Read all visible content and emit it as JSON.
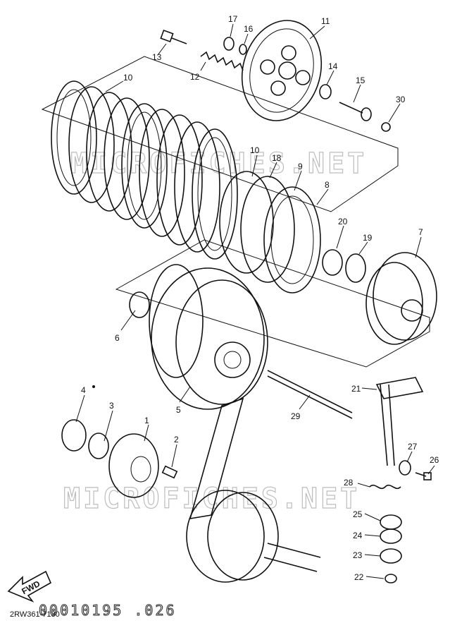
{
  "watermark": "MICROFICHES.NET",
  "fwd_label": "FWD",
  "footer": {
    "code": "2RW361-7130",
    "plate": "00010195 .026"
  },
  "callouts": [
    {
      "id": "1",
      "label": "1"
    },
    {
      "id": "2",
      "label": "2"
    },
    {
      "id": "3",
      "label": "3"
    },
    {
      "id": "4",
      "label": "4"
    },
    {
      "id": "5",
      "label": "5"
    },
    {
      "id": "6",
      "label": "6"
    },
    {
      "id": "7",
      "label": "7"
    },
    {
      "id": "8",
      "label": "8"
    },
    {
      "id": "9",
      "label": "9"
    },
    {
      "id": "10a",
      "label": "10"
    },
    {
      "id": "10b",
      "label": "10"
    },
    {
      "id": "11",
      "label": "11"
    },
    {
      "id": "12",
      "label": "12"
    },
    {
      "id": "13",
      "label": "13"
    },
    {
      "id": "14",
      "label": "14"
    },
    {
      "id": "15",
      "label": "15"
    },
    {
      "id": "16",
      "label": "16"
    },
    {
      "id": "17",
      "label": "17"
    },
    {
      "id": "18",
      "label": "18"
    },
    {
      "id": "19",
      "label": "19"
    },
    {
      "id": "20",
      "label": "20"
    },
    {
      "id": "21",
      "label": "21"
    },
    {
      "id": "22",
      "label": "22"
    },
    {
      "id": "23",
      "label": "23"
    },
    {
      "id": "24",
      "label": "24"
    },
    {
      "id": "25",
      "label": "25"
    },
    {
      "id": "26",
      "label": "26"
    },
    {
      "id": "27",
      "label": "27"
    },
    {
      "id": "28",
      "label": "28"
    },
    {
      "id": "29",
      "label": "29"
    },
    {
      "id": "30",
      "label": "30"
    }
  ]
}
